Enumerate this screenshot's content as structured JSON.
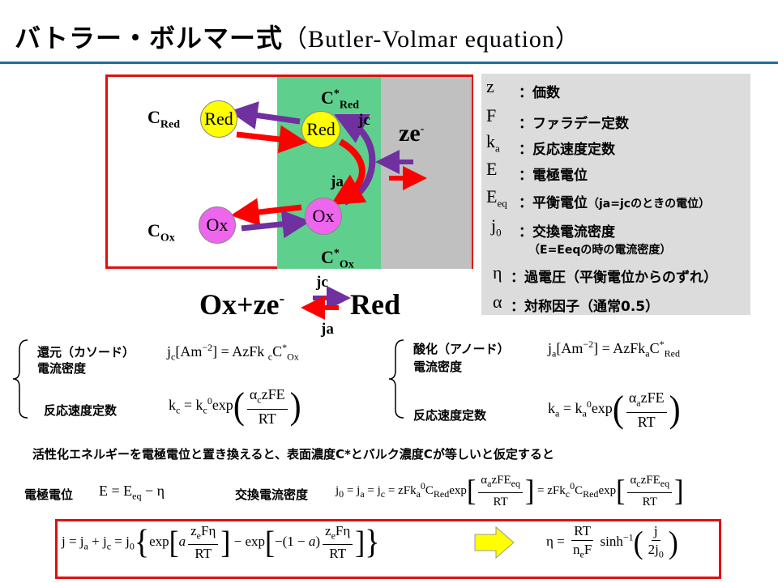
{
  "title": {
    "japanese": "バトラー・ボルマー式",
    "english": "（Butler-Volmar equation）"
  },
  "diagram": {
    "c_red": "C",
    "c_red_sub": "Red",
    "c_ox": "C",
    "c_ox_sub": "Ox",
    "c_star_red": "C",
    "c_star_red_sup": "*",
    "c_star_red_sub": "Red",
    "c_star_ox": "C",
    "c_star_ox_sup": "*",
    "c_star_ox_sub": "Ox",
    "red_bulk": "Red",
    "red_surface": "Red",
    "ox_bulk": "Ox",
    "ox_surface": "Ox",
    "jc": "jc",
    "ja": "ja",
    "ze": "ze",
    "ze_sup": "-"
  },
  "reaction": {
    "left": "Ox+ze",
    "left_sup": "-",
    "right": "Red",
    "jc": "jc",
    "ja": "ja"
  },
  "legend": [
    {
      "sym": "z",
      "sub": "",
      "desc": "：価数"
    },
    {
      "sym": "F",
      "sub": "",
      "desc": "：ファラデー定数"
    },
    {
      "sym": "k",
      "sub": "a",
      "desc": "：反応速度定数"
    },
    {
      "sym": "E",
      "sub": "",
      "desc": "：電極電位"
    },
    {
      "sym": "E",
      "sub": "eq",
      "desc": "：平衡電位",
      "note": "（ja=jcのときの電位）"
    },
    {
      "sym": "j",
      "sub": "0",
      "desc": "：交換電流密度",
      "note": "（E=Eeqの時の電流密度）"
    },
    {
      "sym": "η",
      "sub": "",
      "desc": "：過電圧（平衡電位からのずれ）"
    },
    {
      "sym": "α",
      "sub": "",
      "desc": "：対称因子（通常0.5）"
    }
  ],
  "reduction": {
    "heading": "還元（カソード）",
    "heading2": "電流密度",
    "rate_label": "反応速度定数"
  },
  "oxidation": {
    "heading": "酸化（アノード）",
    "heading2": "電流密度",
    "rate_label": "反応速度定数"
  },
  "assumption": "活性化エネルギーを電極電位と置き換えると、表面濃度C*とバルク濃度Cが等しいと仮定すると",
  "electrode_potential_label": "電極電位",
  "exchange_current_label": "交換電流密度",
  "colors": {
    "frame_red": "#e01010",
    "layer_green": "#5fcf8d",
    "electrode_gray": "#c0c0c0",
    "red_species": "#ffff00",
    "ox_species": "#ee66ee",
    "arrow_purple": "#7030a0",
    "arrow_red": "#ff0000",
    "arrow_yellow": "#ffff00",
    "title_rule": "#1f6f9a"
  }
}
